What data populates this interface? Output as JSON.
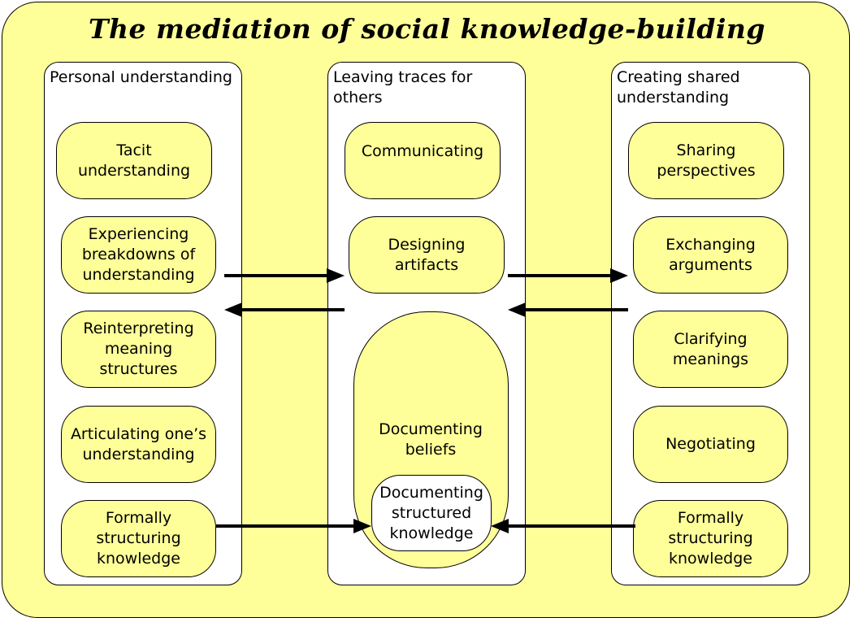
{
  "title": "The mediation of social knowledge-building",
  "columns": [
    {
      "title": "Personal understanding",
      "boxes": [
        "Tacit understanding",
        "Experiencing breakdowns of understanding",
        "Reinterpreting meaning structures",
        "Articulating one’s understanding",
        "Formally structuring knowledge"
      ]
    },
    {
      "title": "Leaving traces for others",
      "boxes": [
        "Communicating",
        "Designing artifacts",
        "Documenting beliefs",
        "Documenting structured knowledge"
      ]
    },
    {
      "title": "Creating shared understanding",
      "boxes": [
        "Sharing perspectives",
        "Exchanging arguments",
        "Clarifying meanings",
        "Negotiating",
        "Formally structuring knowledge"
      ]
    }
  ],
  "colors": {
    "background": "#ffff99",
    "panel": "#ffffff",
    "stroke": "#000000"
  }
}
